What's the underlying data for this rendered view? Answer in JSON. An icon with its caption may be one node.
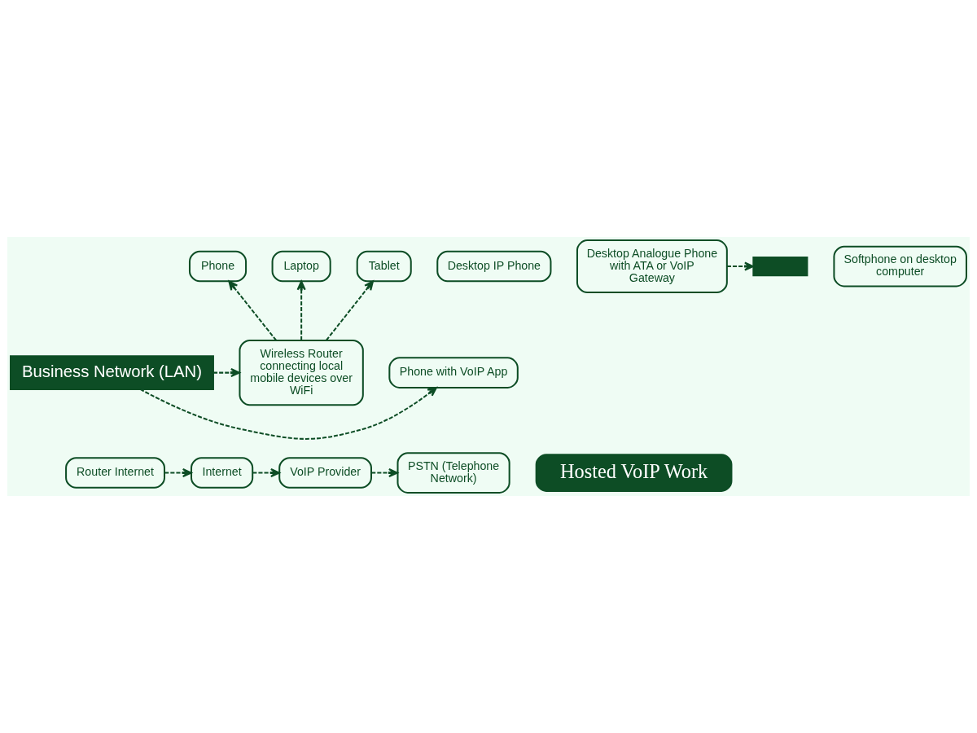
{
  "diagram": {
    "nodes": [
      {
        "text": [
          "Phone"
        ]
      },
      {
        "text": [
          "Laptop"
        ]
      },
      {
        "text": [
          "Tablet"
        ]
      },
      {
        "text": [
          "Desktop IP Phone"
        ]
      },
      {
        "text": [
          "Desktop Analogue Phone with ATA or VoIP Gateway"
        ]
      },
      {
        "text": [],
        "shape": "box"
      },
      {
        "text": [
          "Softphone on desktop computer"
        ]
      },
      {
        "text": [
          "Wireless Router connecting local mobile devices over WiFi"
        ]
      },
      {
        "text": [
          "Business Network (LAN)"
        ]
      },
      {
        "text": [
          "Phone with VoIP App"
        ]
      },
      {
        "text": [
          "PSTN (Telephone Network)"
        ]
      },
      {
        "text": [
          "Hosted VoIP Work"
        ]
      },
      {
        "text": [
          "Router Internet"
        ]
      },
      {
        "text": [
          "Internet"
        ]
      },
      {
        "text": [
          "VoIP Provider"
        ]
      }
    ],
    "edges": [
      {
        "from": 7,
        "to": 0,
        "arrow": "to",
        "style": "dashed"
      },
      {
        "from": 7,
        "to": 1,
        "arrow": "to",
        "style": "dashed"
      },
      {
        "from": 7,
        "to": 2,
        "arrow": "to",
        "style": "dashed"
      },
      {
        "from": 4,
        "to": 5,
        "arrow": "to",
        "style": "dashed"
      },
      {
        "from": 8,
        "to": 7,
        "arrow": "to",
        "style": "dashed"
      },
      {
        "from": 8,
        "to": 9,
        "arrow": "to",
        "style": "dashed"
      },
      {
        "from": 12,
        "to": 13,
        "arrow": "to",
        "style": "dashed"
      },
      {
        "from": 13,
        "to": 14,
        "arrow": "to",
        "style": "dashed"
      },
      {
        "from": 14,
        "to": 10,
        "arrow": "to",
        "style": "dashed"
      }
    ]
  }
}
